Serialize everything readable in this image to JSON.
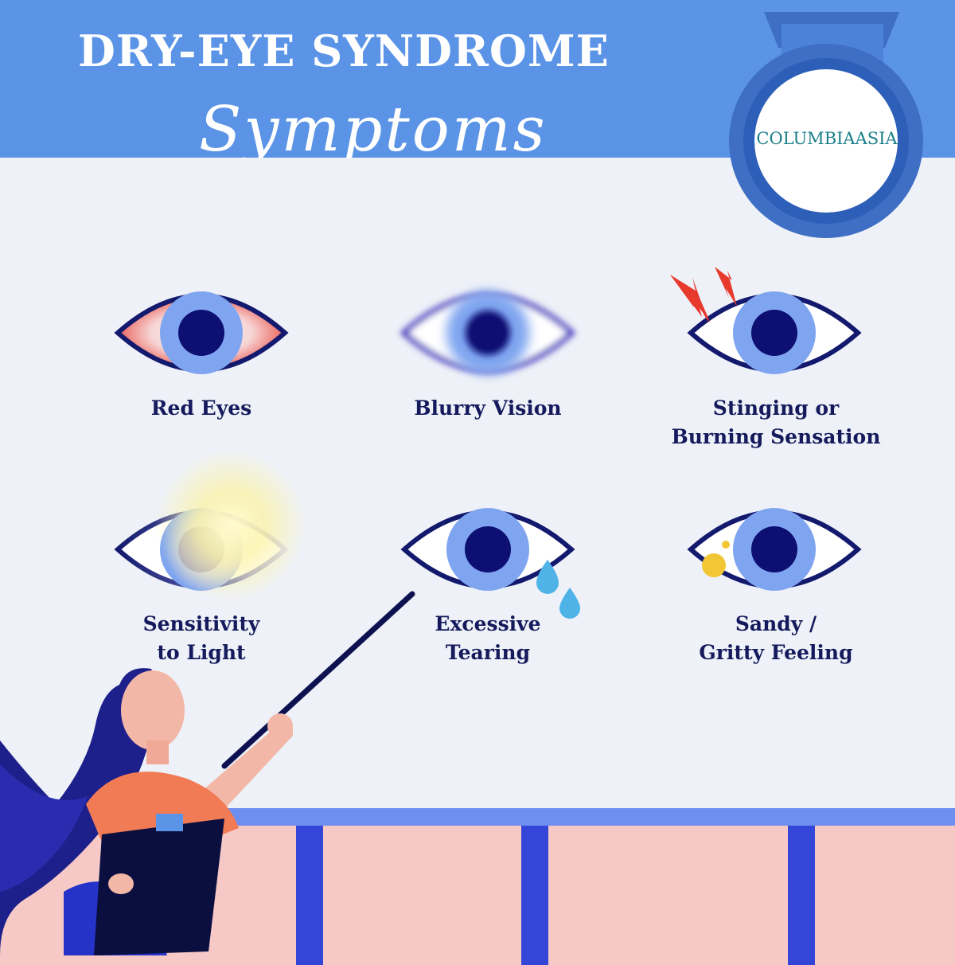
{
  "header": {
    "title": "DRY-EYE SYNDROME",
    "subtitle": "Symptoms"
  },
  "brand": {
    "name": "COLUMBIAASIA",
    "color": "#1a7f8a"
  },
  "symptoms": [
    {
      "label_lines": [
        "Red Eyes"
      ],
      "icon": "red-eye-icon"
    },
    {
      "label_lines": [
        "Blurry Vision"
      ],
      "icon": "blurry-eye-icon"
    },
    {
      "label_lines": [
        "Stinging or",
        "Burning Sensation"
      ],
      "icon": "stinging-eye-icon"
    },
    {
      "label_lines": [
        "Sensitivity",
        "to Light"
      ],
      "icon": "light-sensitive-eye-icon"
    },
    {
      "label_lines": [
        "Excessive",
        "Tearing"
      ],
      "icon": "tearing-eye-icon"
    },
    {
      "label_lines": [
        "Sandy /",
        "Gritty Feeling"
      ],
      "icon": "gritty-eye-icon"
    }
  ],
  "colors": {
    "header": "#5b94e6",
    "board": "#eef1f7",
    "floor": "#f7c9c6",
    "label": "#141a5c",
    "iris": "#7fa5f0",
    "pupil": "#0e0f73",
    "outline": "#131a6e"
  }
}
